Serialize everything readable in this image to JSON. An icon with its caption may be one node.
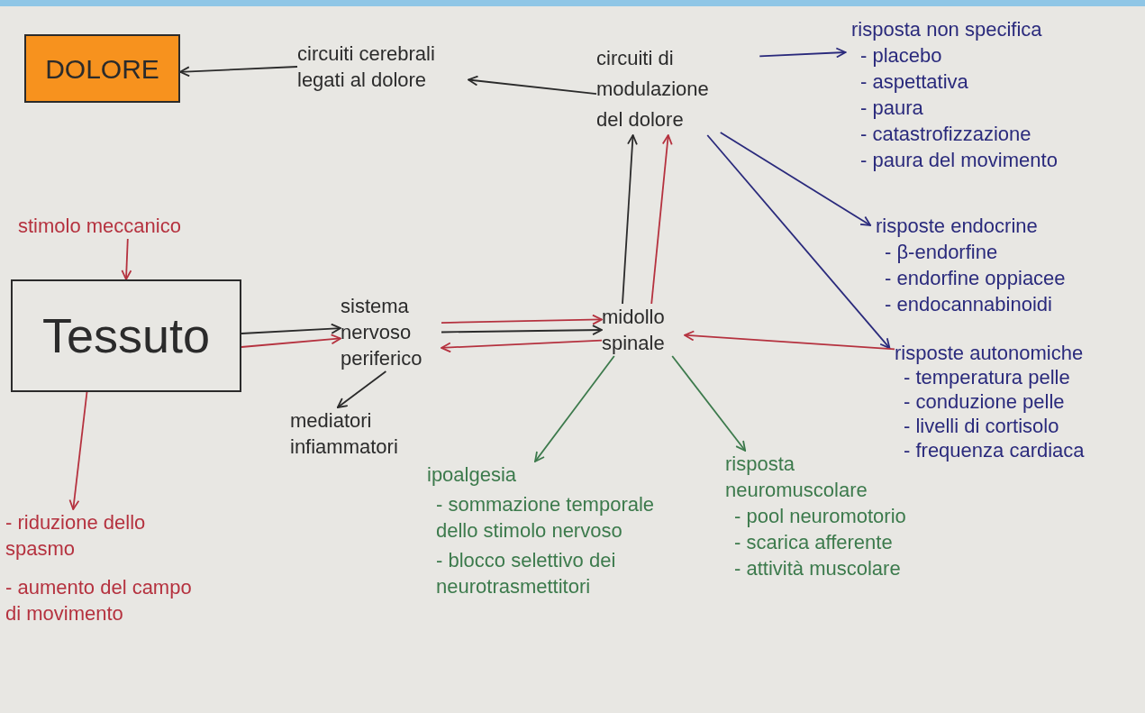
{
  "diagram": {
    "nodes": [
      {
        "text": [
          "DOLORE"
        ]
      },
      {
        "text": [
          "circuiti cerebrali legati al dolore"
        ]
      },
      {
        "text": [
          "circuiti di modulazione del dolore"
        ]
      },
      {
        "text": [
          "risposta non specifica",
          "- placebo",
          "- aspettativa",
          "- paura",
          "- catastrofizzazione",
          "- paura del movimento"
        ]
      },
      {
        "text": [
          "stimolo meccanico"
        ]
      },
      {
        "text": [
          "Tessuto"
        ]
      },
      {
        "text": [
          "sistema nervoso periferico"
        ]
      },
      {
        "text": [
          "mediatori infiammatori"
        ]
      },
      {
        "text": [
          "midollo spinale"
        ]
      },
      {
        "text": [
          "risposte endocrine",
          "- β-endorfine",
          "- endorfine oppiacee",
          "- endocannabinoidi"
        ]
      },
      {
        "text": [
          "risposte autonomiche",
          "- temperatura pelle",
          "- conduzione pelle",
          "- livelli di cortisolo",
          "- frequenza cardiaca"
        ]
      },
      {
        "text": [
          "ipoalgesia",
          "- sommazione temporale dello stimolo nervoso",
          "- blocco selettivo dei neurotrasmettitori"
        ]
      },
      {
        "text": [
          "risposta neuromuscolare",
          "- pool neuromotorio",
          "- scarica afferente",
          "- attività muscolare"
        ]
      },
      {
        "text": [
          "- riduzione dello spasmo",
          "- aumento del campo di movimento"
        ]
      }
    ],
    "edges": [
      {
        "from": 1,
        "to": 0,
        "arrow": "to",
        "color": "#2b2b2b"
      },
      {
        "from": 2,
        "to": 1,
        "arrow": "to",
        "color": "#2b2b2b"
      },
      {
        "from": 2,
        "to": 3,
        "arrow": "to",
        "color": "#2a2a7c"
      },
      {
        "from": 2,
        "to": 9,
        "arrow": "to",
        "color": "#2a2a7c"
      },
      {
        "from": 2,
        "to": 10,
        "arrow": "to",
        "color": "#2a2a7c"
      },
      {
        "from": 10,
        "to": 8,
        "arrow": "to"
      },
      {
        "from": 8,
        "to": 2,
        "arrow": "to",
        "color": "#2b2b2b"
      },
      {
        "from": 8,
        "to": 2,
        "arrow": "to"
      },
      {
        "from": 4,
        "to": 5,
        "arrow": "to"
      },
      {
        "from": 5,
        "to": 6,
        "arrow": "to",
        "color": "#2b2b2b"
      },
      {
        "from": 5,
        "to": 6,
        "arrow": "to"
      },
      {
        "from": 6,
        "to": 8,
        "arrow": "to"
      },
      {
        "from": 6,
        "to": 8,
        "arrow": "to",
        "color": "#2b2b2b"
      },
      {
        "from": 8,
        "to": 6,
        "arrow": "to"
      },
      {
        "from": 6,
        "to": 7,
        "arrow": "to",
        "color": "#2b2b2b"
      },
      {
        "from": 8,
        "to": 11,
        "arrow": "to",
        "color": "#3c7a4c"
      },
      {
        "from": 8,
        "to": 12,
        "arrow": "to",
        "color": "#3c7a4c"
      },
      {
        "from": 5,
        "to": 13,
        "arrow": "to"
      }
    ]
  }
}
